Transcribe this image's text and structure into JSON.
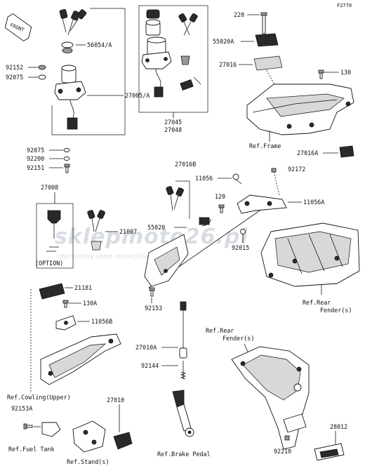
{
  "diagram_code": "F2770",
  "front_tag": "FRONT",
  "watermark": {
    "brand": "sklepmoto26.pl",
    "tagline": "internetowy sklep motocyklowy"
  },
  "part_labels": {
    "p56054A": "56054/A",
    "p92152": "92152",
    "p92075a": "92075",
    "p27005A": "27005/A",
    "p92075b": "92075",
    "p92200": "92200",
    "p92151": "92151",
    "p27045": "27045",
    "p27048": "27048",
    "p220": "220",
    "p55020A": "55020A",
    "p27016": "27016",
    "p130": "130",
    "p27016A": "27016A",
    "p27016B": "27016B",
    "p11056": "11056",
    "p92172": "92172",
    "p120": "120",
    "p11056A": "11056A",
    "p27008": "27008",
    "p21007": "21007",
    "p55020": "55020",
    "p92015": "92015",
    "p21181": "21181",
    "p130A": "130A",
    "p11056B": "11056B",
    "p92153": "92153",
    "p27010A": "27010A",
    "p92144": "92144",
    "p92153A": "92153A",
    "p27010": "27010",
    "p92210": "92210",
    "p28012": "28012"
  },
  "references": {
    "frame": "Ref.Frame",
    "rear_fender_1": "Ref.Rear",
    "rear_fender_1b": "Fender(s)",
    "rear_fender_2": "Ref.Rear",
    "rear_fender_2b": "Fender(s)",
    "cowling_upper": "Ref.Cowling(Upper)",
    "fuel_tank": "Ref.Fuel Tank",
    "stand": "Ref.Stand(s)",
    "brake_pedal": "Ref.Brake Pedal"
  },
  "option_label": "(OPTION)"
}
